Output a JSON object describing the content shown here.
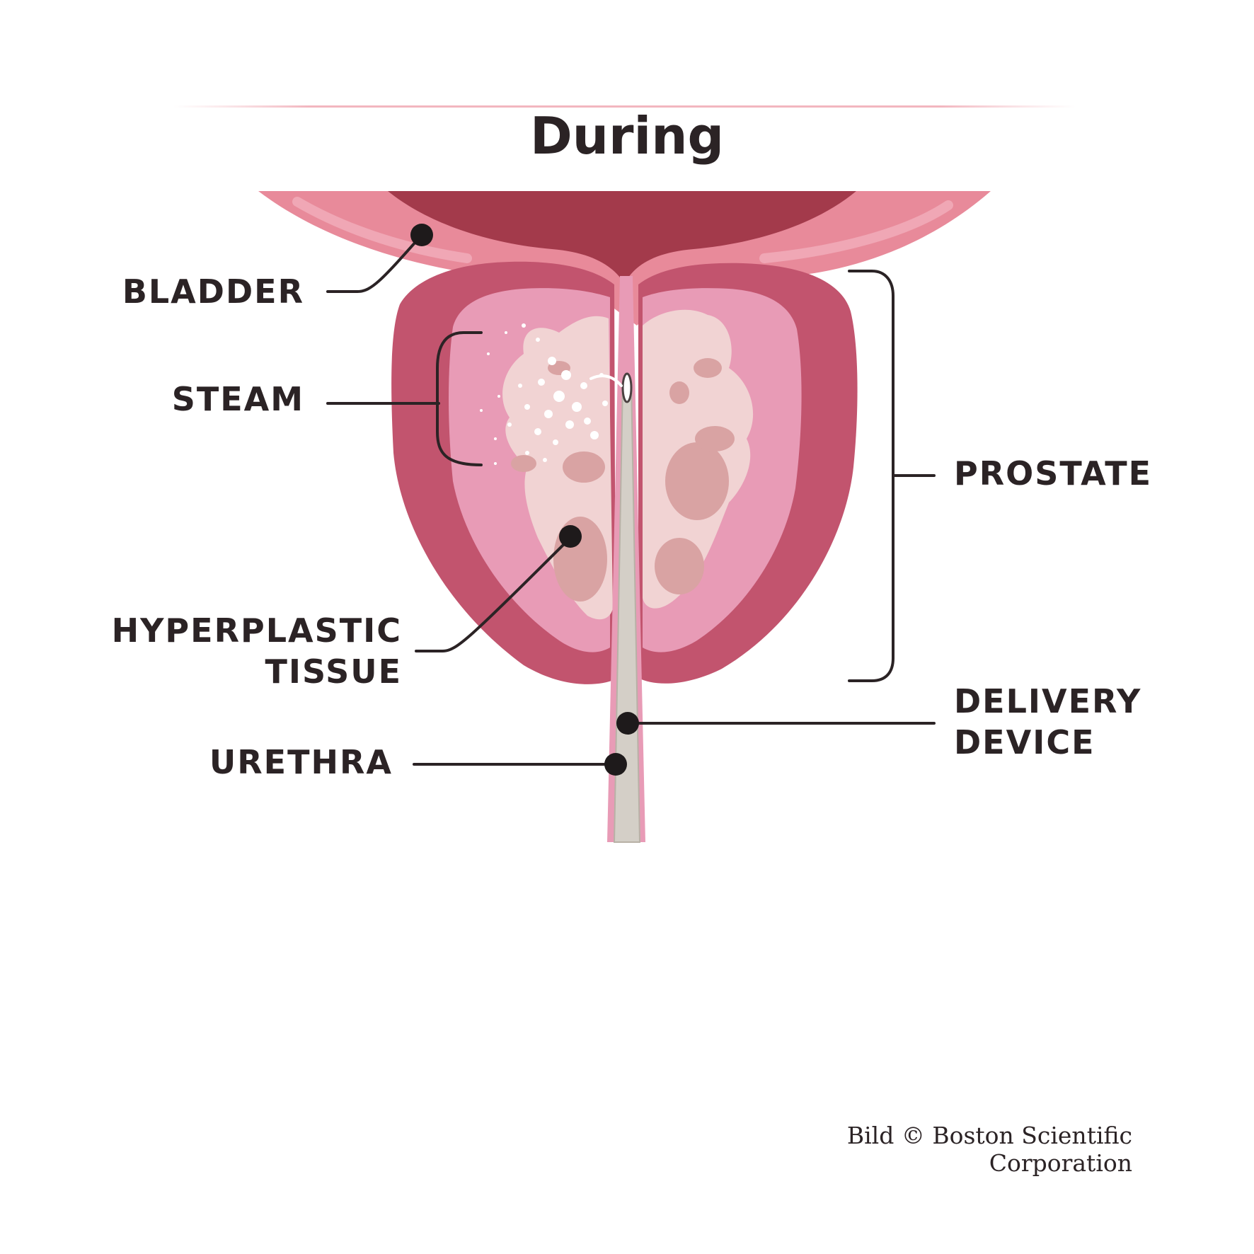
{
  "title": "During",
  "labels": {
    "bladder": "BLADDER",
    "steam": "STEAM",
    "hyperplastic_line1": "HYPERPLASTIC",
    "hyperplastic_line2": "TISSUE",
    "urethra": "URETHRA",
    "prostate": "PROSTATE",
    "delivery_line1": "DELIVERY",
    "delivery_line2": "DEVICE"
  },
  "credit": "Bild © Boston Scientific Corporation",
  "colors": {
    "bladder_wall": "#e88a9a",
    "bladder_lumen": "#a33a4b",
    "prostate_outer": "#c2546e",
    "prostate_inner": "#e89bb6",
    "tissue": "#f1d3d3",
    "tissue_spots": "#d9a3a3",
    "device": "#d4cfc7",
    "leader": "#2b2325"
  }
}
